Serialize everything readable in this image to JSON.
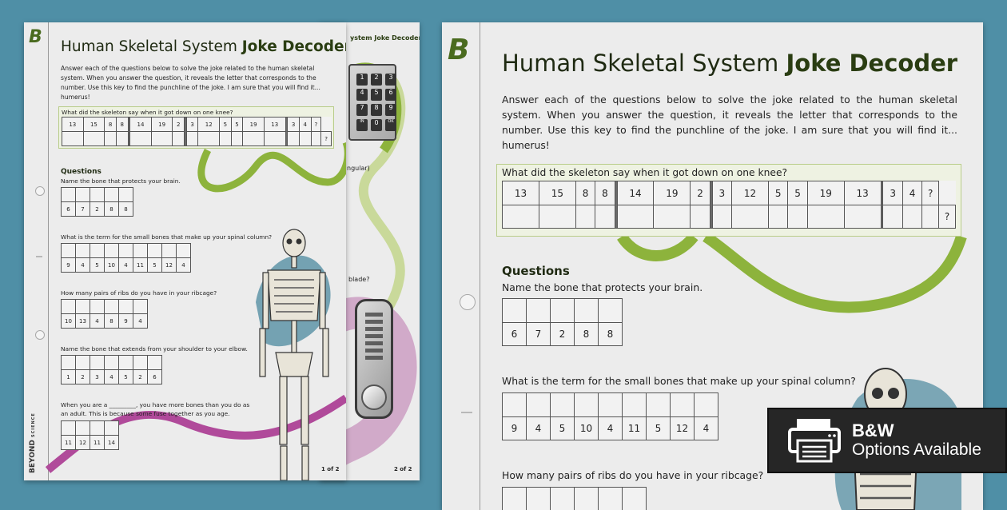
{
  "colors": {
    "background": "#4f8fa6",
    "page": "#ececec",
    "accent_green": "#8db33c",
    "accent_teal": "#5f95a8",
    "accent_magenta": "#b04a9a",
    "title_green": "#2a3d12"
  },
  "worksheet": {
    "logo": "B",
    "title_regular": "Human Skeletal System",
    "title_bold": "Joke Decoder",
    "intro": "Answer each of the questions below to solve the joke related to the human skeletal system. When you answer the question, it reveals the letter that corresponds to the number. Use this key to find the punchline of the joke. I am sure that you will find it... humerus!",
    "joke": {
      "question": "What did the skeleton say when it got down on one knee?",
      "codes": [
        "13",
        "15",
        "8",
        "8",
        "",
        "14",
        "19",
        "2",
        "",
        "3",
        "12",
        "5",
        "5",
        "19",
        "13",
        "",
        "3",
        "4",
        "?"
      ],
      "answers": [
        "",
        "",
        "",
        "",
        "",
        "",
        "",
        "",
        "",
        "",
        "",
        "",
        "",
        "",
        "",
        "",
        "",
        "",
        "?"
      ]
    },
    "questions_heading": "Questions",
    "questions": [
      {
        "text": "Name the bone that protects your brain.",
        "codes": [
          "6",
          "7",
          "2",
          "8",
          "8"
        ]
      },
      {
        "text": "What is the term for the small bones that make up your spinal column?",
        "codes": [
          "9",
          "4",
          "5",
          "10",
          "4",
          "11",
          "5",
          "12",
          "4"
        ]
      },
      {
        "text": "How many pairs of ribs do you have in your ribcage?",
        "codes": [
          "10",
          "13",
          "4",
          "8",
          "9",
          "4"
        ]
      },
      {
        "text": "Name the bone that extends from your shoulder to your elbow.",
        "codes": [
          "1",
          "2",
          "3",
          "4",
          "5",
          "2",
          "6"
        ]
      },
      {
        "text": "When you are a _________, you have more bones than you do as an adult. This is because some fuse together as you age.",
        "codes": [
          "11",
          "12",
          "11",
          "14"
        ]
      }
    ],
    "brand_vertical": "BEYOND",
    "brand_vertical_small": "SCIENCE",
    "page1_footer": "1 of 2"
  },
  "page2_peek": {
    "title": "ystem Joke Decoder",
    "fragment_1": "ngular)",
    "fragment_2": "blade?",
    "footer": "2 of 2",
    "keypad_keys": [
      "1",
      "2",
      "3",
      "4",
      "5",
      "6",
      "7",
      "8",
      "9",
      "IN",
      "0",
      "OK"
    ]
  },
  "badge": {
    "line1": "B&W",
    "line2": "Options Available",
    "icon": "printer-icon"
  }
}
